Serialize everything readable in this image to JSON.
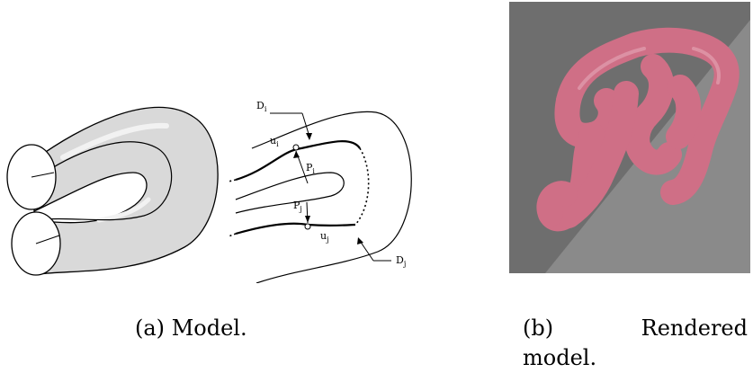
{
  "figure": {
    "panel_a": {
      "caption_tag": "(a)",
      "caption_text": "Model.",
      "labels": {
        "D": "D",
        "D_sub_top": "i",
        "u": "u",
        "u_sub_top": "i",
        "P_top": "P",
        "P_top_sub": "i",
        "P_bot": "P",
        "P_bot_sub": "j",
        "u_bot": "u",
        "u_bot_sub": "j",
        "D_bot": "D",
        "D_bot_sub": "j"
      }
    },
    "panel_b": {
      "caption_tag": "(b)",
      "caption_word1": "Rendered",
      "caption_word2": "model.",
      "colors": {
        "background_dark": "#6e6e6e",
        "background_light": "#8a8a8a",
        "tube": "#cf6f86"
      }
    }
  }
}
